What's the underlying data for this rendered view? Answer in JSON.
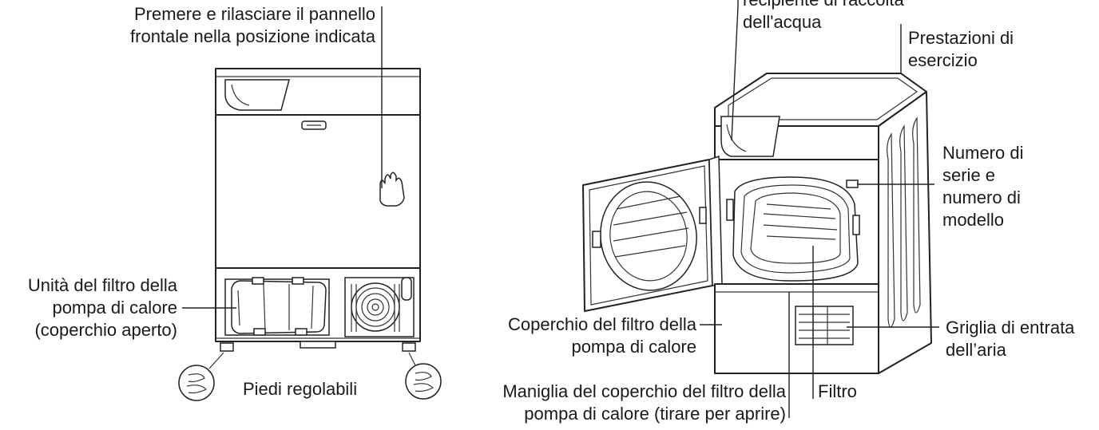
{
  "labels": {
    "press_panel": "Premere e rilasciare il pannello\nfrontale nella posizione indicata",
    "water_container": "recipiente di raccolta\ndell'acqua",
    "performance": "Prestazioni di\nesercizio",
    "serial_number": "Numero di\nserie e\nnumero di\nmodello",
    "filter_unit": "Unità del filtro della\npompa di calore\n(coperchio aperto)",
    "filter_cover": "Coperchio del filtro della\npompa di calore",
    "air_grille": "Griglia di entrata\ndell’aria",
    "adjustable_feet": "Piedi regolabili",
    "cover_handle": "Maniglia del coperchio del filtro della\npompa di calore (tirare per aprire)",
    "filter": "Filtro"
  }
}
